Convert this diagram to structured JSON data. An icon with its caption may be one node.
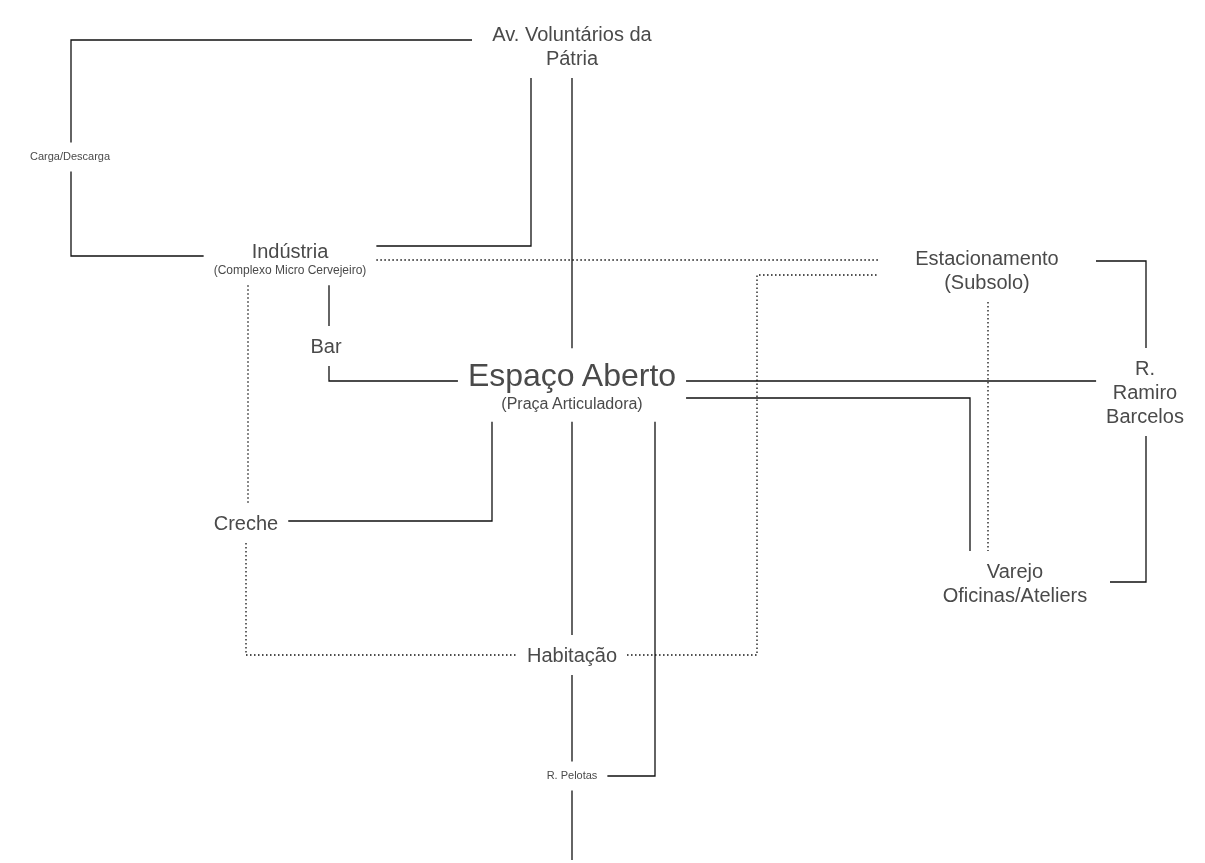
{
  "diagram": {
    "nodes": [
      {
        "text": [
          "Av. Voluntários da Pátria"
        ]
      },
      {
        "text": [
          "Carga/Descarga"
        ]
      },
      {
        "text": [
          "Indústria",
          "(Complexo Micro Cervejeiro)"
        ]
      },
      {
        "text": [
          "Estacionamento (Subsolo)"
        ]
      },
      {
        "text": [
          "Bar"
        ]
      },
      {
        "text": [
          "Espaço Aberto",
          "(Praça Articuladora)"
        ]
      },
      {
        "text": [
          "R. Ramiro Barcelos"
        ]
      },
      {
        "text": [
          "Creche"
        ]
      },
      {
        "text": [
          "Varejo Oficinas/Ateliers"
        ]
      },
      {
        "text": [
          "Habitação"
        ]
      },
      {
        "text": [
          "R. Pelotas"
        ]
      }
    ],
    "edges": [
      {
        "from": 0,
        "to": 1,
        "arrow": "none"
      },
      {
        "from": 1,
        "to": 2,
        "arrow": "none"
      },
      {
        "from": 0,
        "to": 2,
        "arrow": "none"
      },
      {
        "from": 0,
        "to": 5,
        "arrow": "none"
      },
      {
        "from": 2,
        "to": 4,
        "arrow": "none"
      },
      {
        "from": 4,
        "to": 5,
        "arrow": "none"
      },
      {
        "from": 5,
        "to": 6,
        "arrow": "none"
      },
      {
        "from": 5,
        "to": 8,
        "arrow": "none"
      },
      {
        "from": 5,
        "to": 7,
        "arrow": "none"
      },
      {
        "from": 5,
        "to": 9,
        "arrow": "none"
      },
      {
        "from": 5,
        "to": 10,
        "arrow": "none"
      },
      {
        "from": 9,
        "to": 10,
        "arrow": "none"
      },
      {
        "from": 10,
        "to": null,
        "arrow": "none"
      },
      {
        "from": 3,
        "to": 6,
        "arrow": "none"
      },
      {
        "from": 6,
        "to": 8,
        "arrow": "none"
      },
      {
        "from": 2,
        "to": 3,
        "arrow": "none",
        "style": "dashed"
      },
      {
        "from": 2,
        "to": 7,
        "arrow": "none",
        "style": "dashed"
      },
      {
        "from": 7,
        "to": 9,
        "arrow": "none",
        "style": "dashed"
      },
      {
        "from": 9,
        "to": 3,
        "arrow": "none",
        "style": "dashed"
      },
      {
        "from": 3,
        "to": 8,
        "arrow": "none",
        "style": "dashed"
      }
    ]
  }
}
